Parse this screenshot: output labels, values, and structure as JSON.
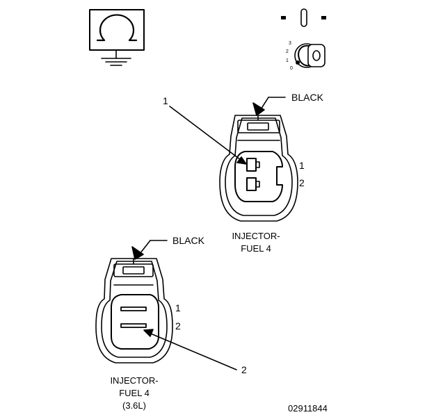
{
  "top_connector": {
    "color_label": "BLACK",
    "pin_callout": "1",
    "pin_labels": [
      "1",
      "2"
    ],
    "name_line1": "INJECTOR-",
    "name_line2": "FUEL 4"
  },
  "bottom_connector": {
    "color_label": "BLACK",
    "pin_callout": "2",
    "pin_labels": [
      "1",
      "2"
    ],
    "name_line1": "INJECTOR-",
    "name_line2": "FUEL 4",
    "name_line3": "(3.6L)"
  },
  "ignition_positions": [
    "3",
    "2",
    "1",
    "0"
  ],
  "figure_id": "02911844",
  "icons": [
    "ground-symbol-icon",
    "ignition-switch-icon"
  ]
}
